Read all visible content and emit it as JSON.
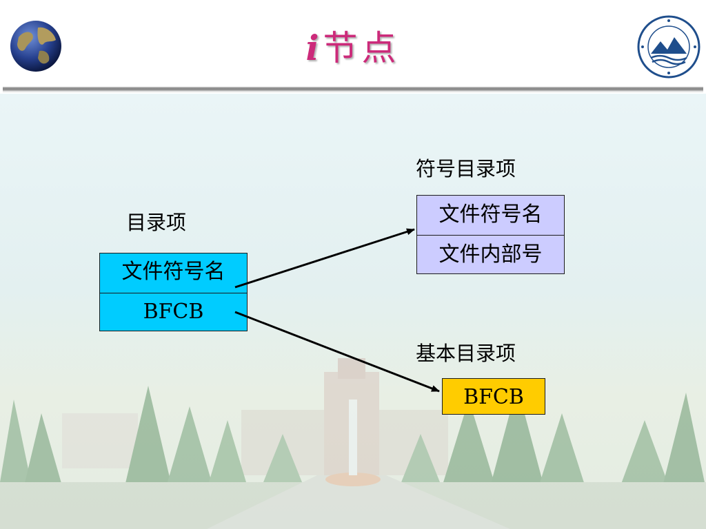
{
  "slide": {
    "title_letter": "i",
    "title_text": "节点"
  },
  "diagram": {
    "directory_entry": {
      "caption": "目录项",
      "fields": [
        "文件符号名",
        "BFCB"
      ],
      "color": "#00ccff"
    },
    "symbolic_entry": {
      "caption": "符号目录项",
      "fields": [
        "文件符号名",
        "文件内部号"
      ],
      "color": "#ccccff"
    },
    "basic_entry": {
      "caption": "基本目录项",
      "fields": [
        "BFCB"
      ],
      "color": "#ffcc00"
    }
  }
}
